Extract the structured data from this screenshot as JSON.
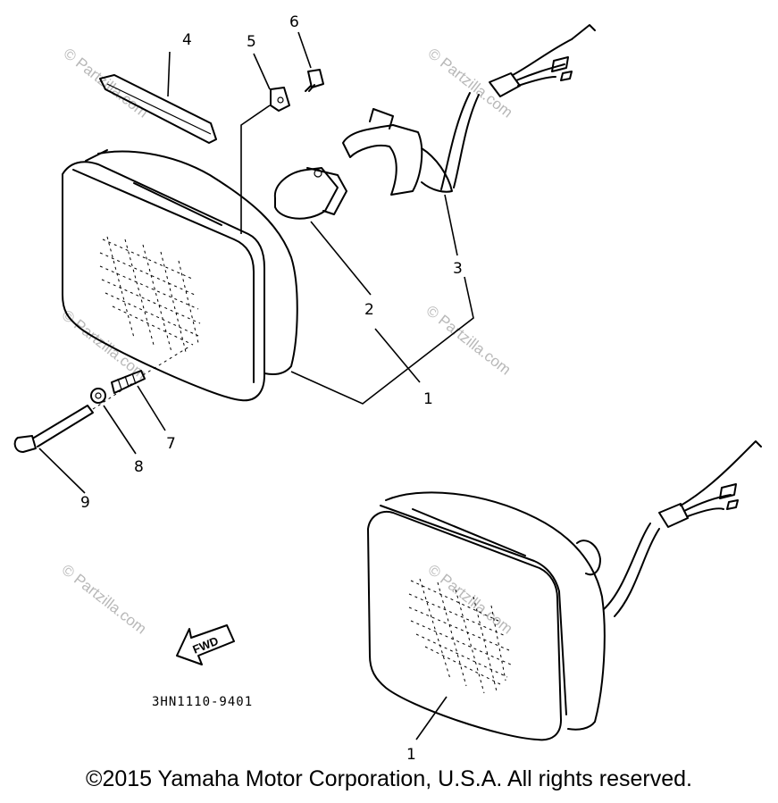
{
  "callouts": {
    "c1_top": "1",
    "c1_bottom": "1",
    "c2": "2",
    "c3": "3",
    "c4": "4",
    "c5": "5",
    "c6": "6",
    "c7": "7",
    "c8": "8",
    "c9": "9"
  },
  "diagram_code": "3HN1110-9401",
  "fwd_label": "FWD",
  "watermark": "© Partzilla.com",
  "copyright": "©2015 Yamaha Motor Corporation, U.S.A. All rights reserved."
}
